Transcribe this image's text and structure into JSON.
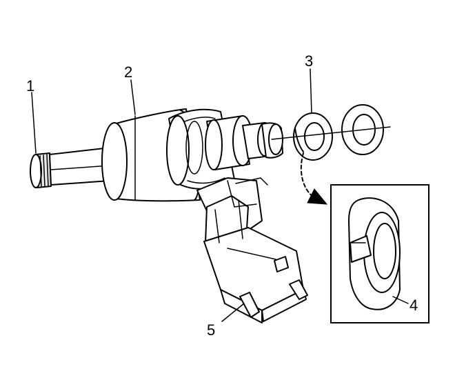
{
  "callouts": [
    {
      "id": "1",
      "text": "1"
    },
    {
      "id": "2",
      "text": "2"
    },
    {
      "id": "3",
      "text": "3"
    },
    {
      "id": "4",
      "text": "4"
    },
    {
      "id": "5",
      "text": "5"
    }
  ],
  "colors": {
    "stroke": "#000000",
    "background": "#ffffff",
    "shade": "#e8e8e8"
  }
}
